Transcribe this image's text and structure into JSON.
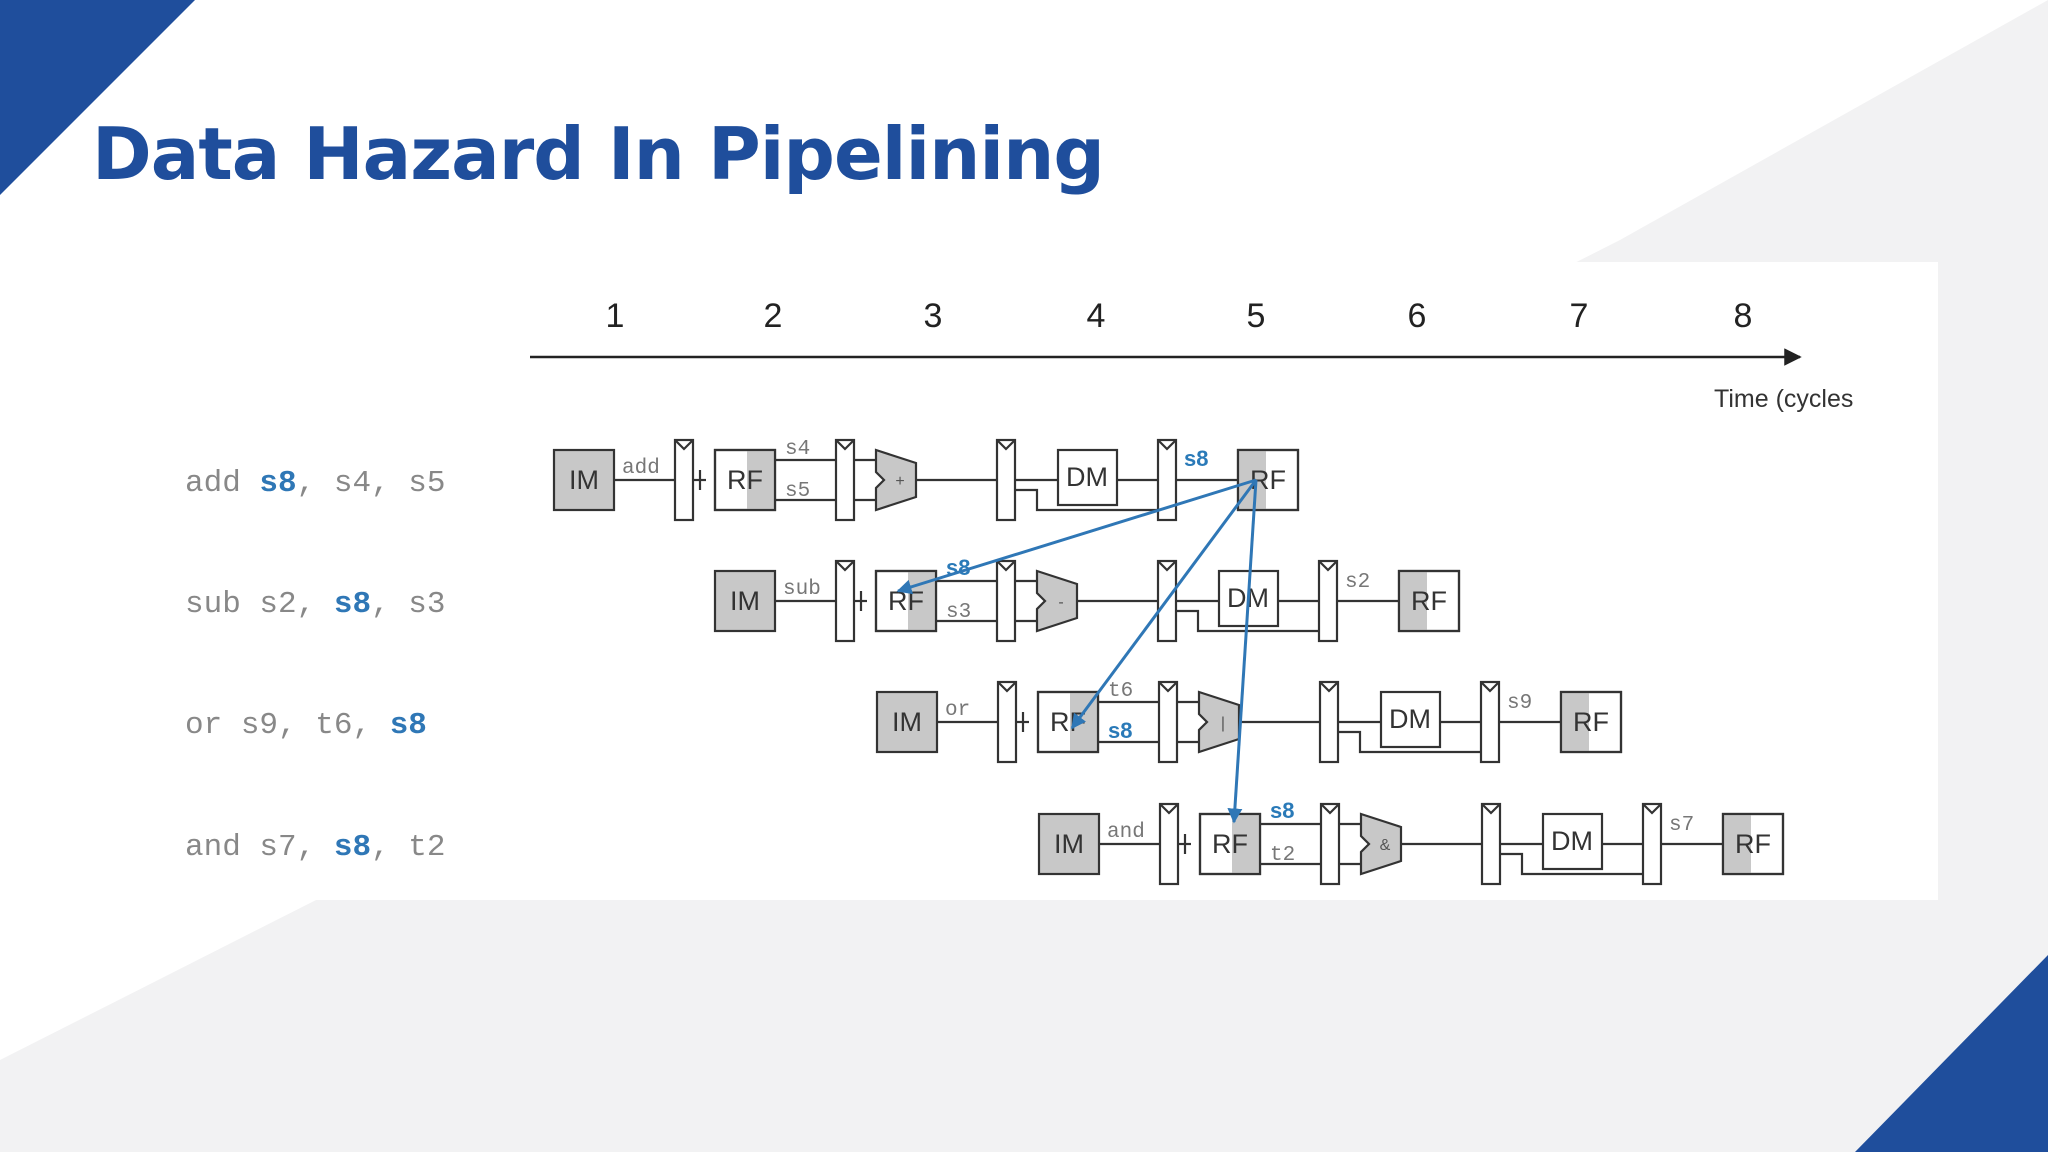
{
  "slide": {
    "title": "Data Hazard In Pipelining",
    "brand_color": "#1f4e9c"
  },
  "diagram": {
    "cycles": [
      "1",
      "2",
      "3",
      "4",
      "5",
      "6",
      "7",
      "8"
    ],
    "time_label": "Time (cycles",
    "stage_labels": {
      "fetch": "IM",
      "register_file": "RF",
      "data_memory": "DM"
    },
    "highlight_color": "#2f77b6",
    "instructions": [
      {
        "mnemonic": "add",
        "operands": [
          {
            "text": "s8",
            "highlight": true
          },
          {
            "text": "s4",
            "highlight": false
          },
          {
            "text": "s5",
            "highlight": false
          }
        ],
        "source_a": "s4",
        "source_b": "s5",
        "alu_op": "+",
        "writeback": "s8"
      },
      {
        "mnemonic": "sub",
        "operands": [
          {
            "text": "s2",
            "highlight": false
          },
          {
            "text": "s8",
            "highlight": true
          },
          {
            "text": "s3",
            "highlight": false
          }
        ],
        "source_a": "s8",
        "source_b": "s3",
        "alu_op": "-",
        "writeback": "s2"
      },
      {
        "mnemonic": "or",
        "operands": [
          {
            "text": "s9",
            "highlight": false
          },
          {
            "text": "t6",
            "highlight": false
          },
          {
            "text": "s8",
            "highlight": true
          }
        ],
        "source_a": "t6",
        "source_b": "s8",
        "alu_op": "|",
        "writeback": "s9"
      },
      {
        "mnemonic": "and",
        "operands": [
          {
            "text": "s7",
            "highlight": false
          },
          {
            "text": "s8",
            "highlight": true
          },
          {
            "text": "t2",
            "highlight": false
          }
        ],
        "source_a": "s8",
        "source_b": "t2",
        "alu_op": "&",
        "writeback": "s7"
      }
    ]
  }
}
